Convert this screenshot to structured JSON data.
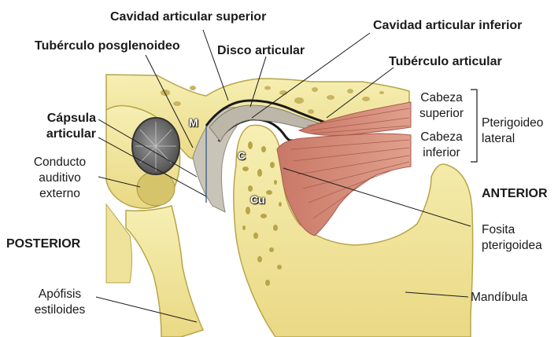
{
  "labels": {
    "cavidad_superior": "Cavidad articular superior",
    "cavidad_inferior": "Cavidad articular inferior",
    "tuberculo_posglenoideo": "Tubérculo posglenoideo",
    "disco_articular": "Disco articular",
    "tuberculo_articular": "Tubérculo articular",
    "capsula_1": "Cápsula",
    "capsula_2": "articular",
    "conducto_1": "Conducto",
    "conducto_2": "auditivo",
    "conducto_3": "externo",
    "posterior": "POSTERIOR",
    "anterior": "ANTERIOR",
    "apofisis_1": "Apófisis",
    "apofisis_2": "estiloides",
    "cabeza_superior_1": "Cabeza",
    "cabeza_superior_2": "superior",
    "cabeza_inferior_1": "Cabeza",
    "cabeza_inferior_2": "inferior",
    "pterigoideo_1": "Pterigoideo",
    "pterigoideo_2": "lateral",
    "fosita_1": "Fosita",
    "fosita_2": "pterigoidea",
    "mandibula": "Mandíbula"
  },
  "markers": {
    "meniscus": "M",
    "condyle": "C",
    "cu": "Cu"
  },
  "colors": {
    "bone_fill": "#f3eaa0",
    "bone_shadow": "#d9c96a",
    "bone_dark": "#b8a548",
    "muscle_fill": "#d58e7c",
    "muscle_line": "#a85a4c",
    "disc_fill": "#c9c4b8",
    "cavity": "#1a1a1a",
    "canal": "#7a7a7a"
  }
}
